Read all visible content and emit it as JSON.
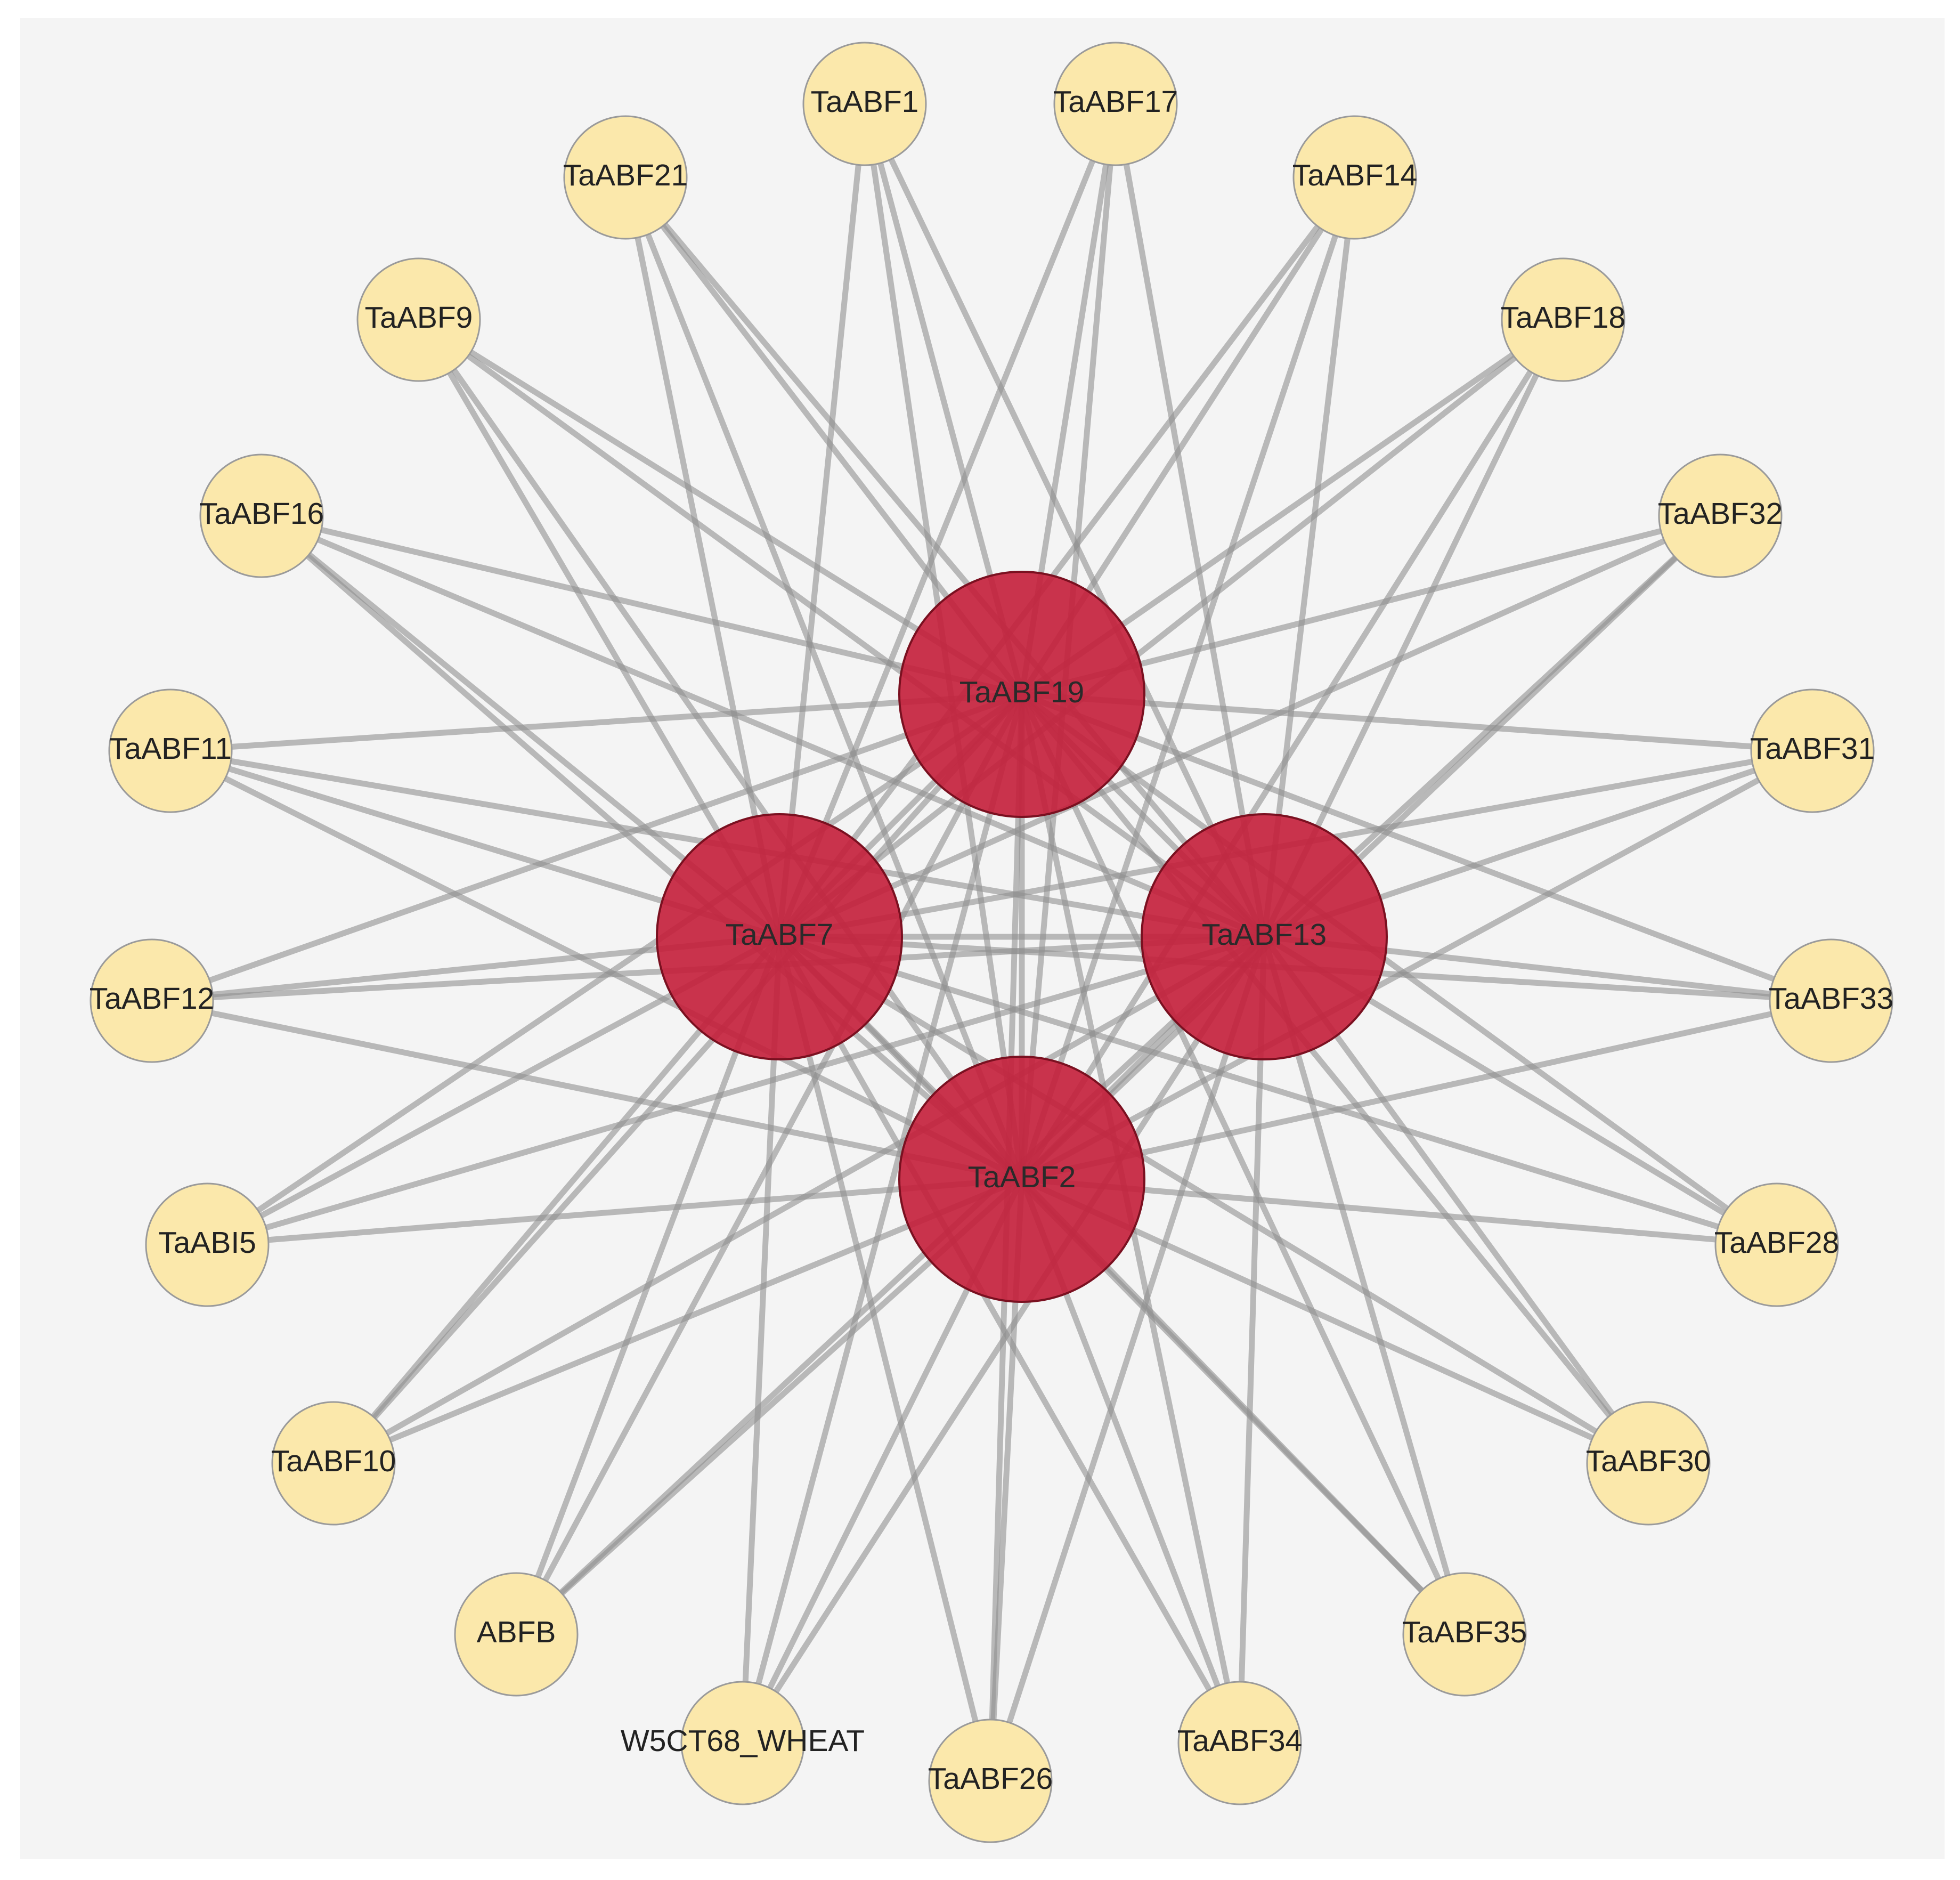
{
  "colors": {
    "background": "#f4f4f4",
    "hub_fill": "#c41e3a",
    "outer_fill": "#fbe8ab",
    "edge": "#8f8f8f"
  },
  "network": {
    "hubs": [
      {
        "id": "TaABF19",
        "label": "TaABF19"
      },
      {
        "id": "TaABF7",
        "label": "TaABF7"
      },
      {
        "id": "TaABF13",
        "label": "TaABF13"
      },
      {
        "id": "TaABF2",
        "label": "TaABF2"
      }
    ],
    "outer_nodes": [
      {
        "id": "TaABF1",
        "label": "TaABF1"
      },
      {
        "id": "TaABF17",
        "label": "TaABF17"
      },
      {
        "id": "TaABF14",
        "label": "TaABF14"
      },
      {
        "id": "TaABF18",
        "label": "TaABF18"
      },
      {
        "id": "TaABF32",
        "label": "TaABF32"
      },
      {
        "id": "TaABF31",
        "label": "TaABF31"
      },
      {
        "id": "TaABF33",
        "label": "TaABF33"
      },
      {
        "id": "TaABF28",
        "label": "TaABF28"
      },
      {
        "id": "TaABF30",
        "label": "TaABF30"
      },
      {
        "id": "TaABF35",
        "label": "TaABF35"
      },
      {
        "id": "TaABF34",
        "label": "TaABF34"
      },
      {
        "id": "TaABF26",
        "label": "TaABF26"
      },
      {
        "id": "W5CT68_WHEAT",
        "label": "W5CT68_WHEAT"
      },
      {
        "id": "ABFB",
        "label": "ABFB"
      },
      {
        "id": "TaABF10",
        "label": "TaABF10"
      },
      {
        "id": "TaABI5",
        "label": "TaABI5"
      },
      {
        "id": "TaABF12",
        "label": "TaABF12"
      },
      {
        "id": "TaABF11",
        "label": "TaABF11"
      },
      {
        "id": "TaABF16",
        "label": "TaABF16"
      },
      {
        "id": "TaABF9",
        "label": "TaABF9"
      },
      {
        "id": "TaABF21",
        "label": "TaABF21"
      }
    ],
    "edges": "every outer node connects to all four hubs; hubs connect to each other"
  }
}
